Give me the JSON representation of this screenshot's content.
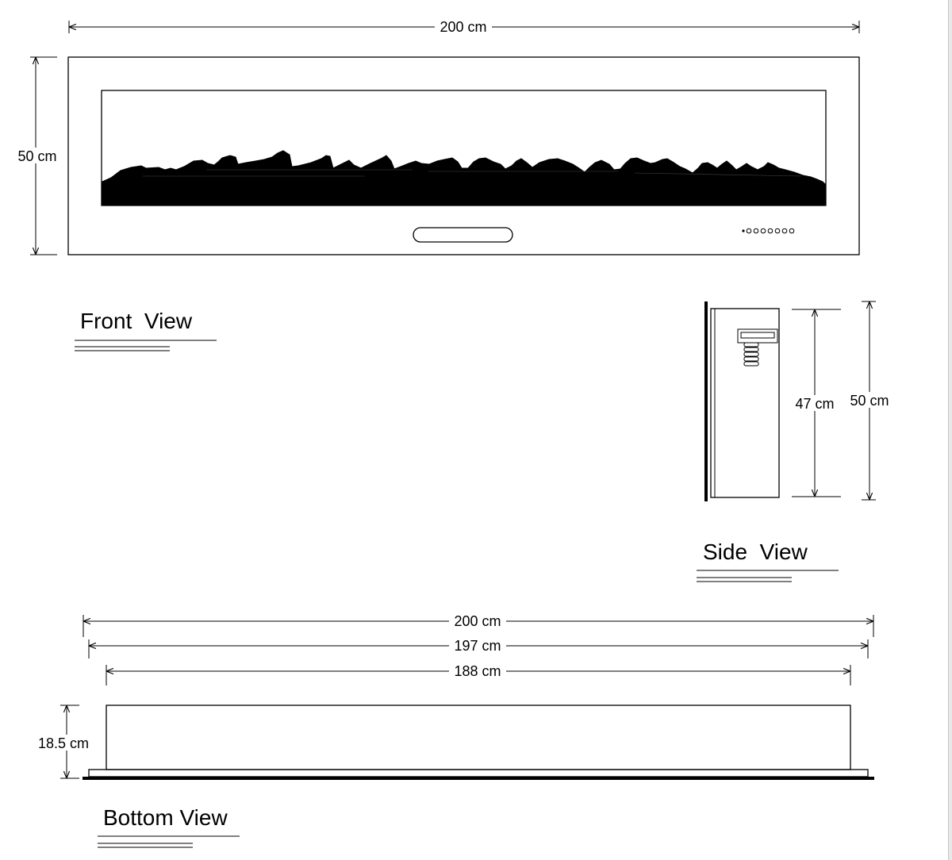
{
  "front_view": {
    "title": "Front  View",
    "width_label": "200 cm",
    "height_label": "50 cm"
  },
  "side_view": {
    "title": "Side  View",
    "inner_height_label": "47 cm",
    "outer_height_label": "50 cm"
  },
  "bottom_view": {
    "title": "Bottom View",
    "overall_width_label": "200 cm",
    "mid_width_label": "197 cm",
    "inner_width_label": "188 cm",
    "depth_label": "18.5 cm"
  },
  "colors": {
    "line": "#000000",
    "background": "#ffffff"
  }
}
